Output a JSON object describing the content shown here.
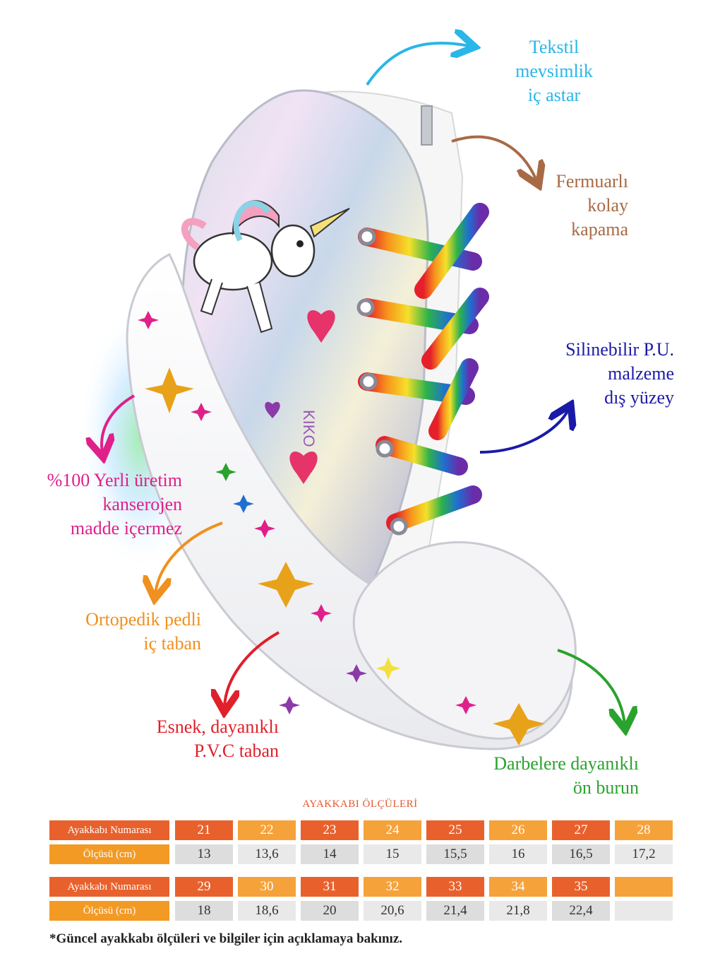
{
  "callouts": {
    "tekstil": [
      "Tekstil",
      "mevsimlik",
      "iç astar"
    ],
    "fermuar": [
      "Fermuarlı",
      "kolay",
      "kapama"
    ],
    "pu": [
      "Silinebilir P.U.",
      "malzeme",
      "dış yüzey"
    ],
    "yerli": [
      "%100 Yerli üretim",
      "kanserojen",
      "madde içermez"
    ],
    "ortopedik": [
      "Ortopedik pedli",
      "iç taban"
    ],
    "esnek": [
      "Esnek, dayanıklı",
      "P.V.C taban"
    ],
    "darbe": [
      "Darbelere dayanıklı",
      "ön burun"
    ]
  },
  "colors": {
    "tekstil": "#29b6e8",
    "fermuar": "#a86a45",
    "pu": "#1a1aa8",
    "yerli": "#e0208a",
    "ortopedik": "#f0901e",
    "esnek": "#e0202a",
    "darbe": "#2aa22e"
  },
  "shoe": {
    "brand_text": "KIKO"
  },
  "size_chart": {
    "title": "AYAKKABI ÖLÇÜLERİ",
    "row_label_size": "Ayakkabı Numarası",
    "row_label_measure": "Ölçüsü (cm)",
    "table1": {
      "sizes": [
        "21",
        "22",
        "23",
        "24",
        "25",
        "26",
        "27",
        "28"
      ],
      "measures": [
        "13",
        "13,6",
        "14",
        "15",
        "15,5",
        "16",
        "16,5",
        "17,2"
      ]
    },
    "table2": {
      "sizes": [
        "29",
        "30",
        "31",
        "32",
        "33",
        "34",
        "35",
        ""
      ],
      "measures": [
        "18",
        "18,6",
        "20",
        "20,6",
        "21,4",
        "21,8",
        "22,4",
        ""
      ]
    }
  },
  "footnote": "*Güncel ayakkabı ölçüleri ve bilgiler için açıklamaya bakınız."
}
